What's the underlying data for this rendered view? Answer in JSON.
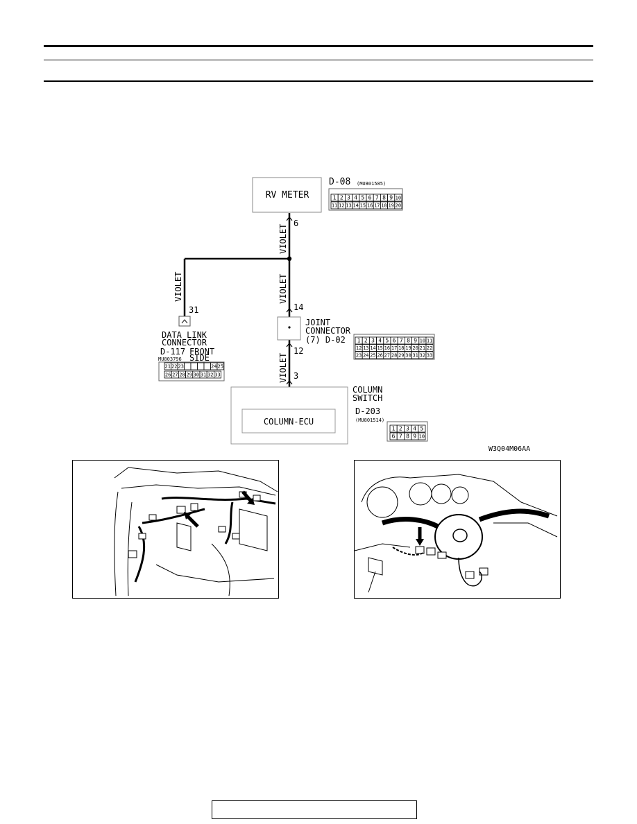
{
  "diagram": {
    "rv_meter": {
      "label": "RV METER",
      "connector_id": "D-08",
      "part_no": "(MU801585)",
      "pins_top": [
        "1",
        "2",
        "3",
        "4",
        "5",
        "6",
        "7",
        "8",
        "9",
        "10"
      ],
      "pins_bottom": [
        "11",
        "12",
        "13",
        "14",
        "15",
        "16",
        "17",
        "18",
        "19",
        "20"
      ]
    },
    "wire_labels": {
      "rv_meter_down": "VIOLET",
      "trunk": "VIOLET",
      "dlc_branch": "VIOLET",
      "to_column": "VIOLET"
    },
    "pin_numbers": {
      "rv_meter": "6",
      "dlc": "31",
      "joint_in": "14",
      "joint_out": "12",
      "column": "3"
    },
    "data_link": {
      "line1": "DATA LINK",
      "line2": "CONNECTOR",
      "connector_id": "D-117",
      "position_line1": "FRONT",
      "part_no": "MU803796",
      "position_line2": "SIDE",
      "pins_top": [
        "21",
        "22",
        "23",
        "",
        "",
        "",
        "",
        "24",
        "25"
      ],
      "pins_bottom": [
        "26",
        "27",
        "28",
        "29",
        "30",
        "31",
        "32",
        "33"
      ]
    },
    "joint": {
      "line1": "JOINT",
      "line2": "CONNECTOR",
      "line3": "(7) D-02",
      "rows": [
        [
          "1",
          "2",
          "3",
          "4",
          "5",
          "6",
          "7",
          "8",
          "9",
          "10",
          "11"
        ],
        [
          "12",
          "13",
          "14",
          "15",
          "16",
          "17",
          "18",
          "19",
          "20",
          "21",
          "22"
        ],
        [
          "23",
          "24",
          "25",
          "26",
          "27",
          "28",
          "29",
          "30",
          "31",
          "32",
          "33"
        ]
      ]
    },
    "column_switch": {
      "line1": "COLUMN",
      "line2": "SWITCH",
      "ecu_label": "COLUMN-ECU",
      "connector_id": "D-203",
      "part_no": "(MU801514)",
      "pins_top": [
        "1",
        "2",
        "3",
        "4",
        "5"
      ],
      "pins_bottom": [
        "6",
        "7",
        "8",
        "9",
        "10"
      ]
    },
    "figure_code": "W3Q04M06AA"
  }
}
